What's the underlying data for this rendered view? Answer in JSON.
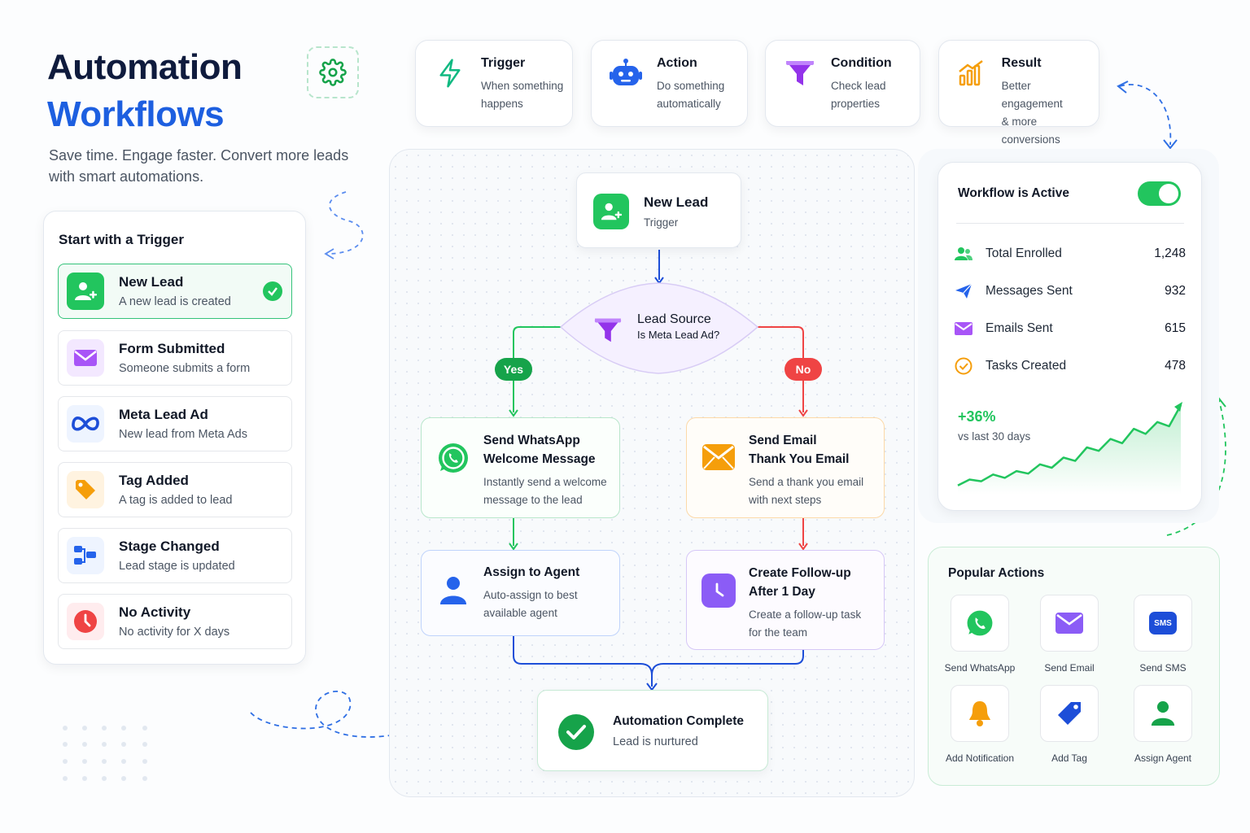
{
  "header": {
    "title_line1": "Automation",
    "title_line2": "Workflows",
    "subtitle_line1": "Save time. Engage faster. Convert more leads",
    "subtitle_line2": "with smart automations."
  },
  "legend": [
    {
      "title": "Trigger",
      "desc_line1": "When something",
      "desc_line2": "happens",
      "icon": "lightning-icon",
      "color": "#10b981"
    },
    {
      "title": "Action",
      "desc_line1": "Do something",
      "desc_line2": "automatically",
      "icon": "robot-icon",
      "color": "#2563eb"
    },
    {
      "title": "Condition",
      "desc_line1": "Check lead",
      "desc_line2": "properties",
      "icon": "funnel-icon",
      "color": "#9333ea"
    },
    {
      "title": "Result",
      "desc_line1": "Better engagement",
      "desc_line2": "& more conversions",
      "icon": "bar-chart-icon",
      "color": "#f59e0b"
    }
  ],
  "triggers": {
    "heading": "Start with a Trigger",
    "items": [
      {
        "name": "New Lead",
        "desc": "A new lead is created",
        "icon": "add-user-icon",
        "selected": true
      },
      {
        "name": "Form Submitted",
        "desc": "Someone submits a form",
        "icon": "envelope-icon",
        "selected": false
      },
      {
        "name": "Meta Lead Ad",
        "desc": "New lead from Meta Ads",
        "icon": "meta-logo-icon",
        "selected": false
      },
      {
        "name": "Tag Added",
        "desc": "A tag is added to lead",
        "icon": "tag-icon",
        "selected": false
      },
      {
        "name": "Stage Changed",
        "desc": "Lead stage is updated",
        "icon": "stages-icon",
        "selected": false
      },
      {
        "name": "No Activity",
        "desc": "No activity for X days",
        "icon": "clock-icon",
        "selected": false
      }
    ]
  },
  "flow": {
    "start": {
      "title": "New Lead",
      "subtitle": "Trigger"
    },
    "condition": {
      "title": "Lead Source",
      "subtitle": "Is Meta Lead Ad?"
    },
    "yes_label": "Yes",
    "no_label": "No",
    "whatsapp": {
      "title_line1": "Send WhatsApp",
      "title_line2": "Welcome Message",
      "desc_line1": "Instantly send a welcome",
      "desc_line2": "message to the lead"
    },
    "email": {
      "title_line1": "Send Email",
      "title_line2": "Thank You Email",
      "desc_line1": "Send a thank you email",
      "desc_line2": "with next steps"
    },
    "agent": {
      "title": "Assign to Agent",
      "desc_line1": "Auto-assign to best",
      "desc_line2": "available agent"
    },
    "followup": {
      "title_line1": "Create Follow-up",
      "title_line2": "After 1 Day",
      "desc_line1": "Create a follow-up task",
      "desc_line2": "for the team"
    },
    "complete": {
      "title": "Automation Complete",
      "subtitle": "Lead is nurtured"
    }
  },
  "status": {
    "label": "Workflow is Active",
    "active": true,
    "stats": [
      {
        "label": "Total Enrolled",
        "value": "1,248",
        "icon": "users-icon"
      },
      {
        "label": "Messages Sent",
        "value": "932",
        "icon": "send-icon"
      },
      {
        "label": "Emails Sent",
        "value": "615",
        "icon": "envelope-icon"
      },
      {
        "label": "Tasks Created",
        "value": "478",
        "icon": "check-circle-icon"
      }
    ],
    "growth": "+36%",
    "growth_caption": "vs last 30 days",
    "trend": [
      0.05,
      0.12,
      0.1,
      0.18,
      0.14,
      0.22,
      0.19,
      0.3,
      0.26,
      0.38,
      0.34,
      0.5,
      0.46,
      0.6,
      0.55,
      0.72,
      0.66,
      0.8,
      0.75,
      1.0
    ]
  },
  "popular": {
    "heading": "Popular Actions",
    "items": [
      {
        "label": "Send WhatsApp",
        "icon": "whatsapp-icon"
      },
      {
        "label": "Send Email",
        "icon": "envelope-icon"
      },
      {
        "label": "Send SMS",
        "icon": "sms-icon",
        "badge": "SMS"
      },
      {
        "label": "Add Notification",
        "icon": "bell-icon"
      },
      {
        "label": "Add Tag",
        "icon": "tag-icon"
      },
      {
        "label": "Assign Agent",
        "icon": "user-icon"
      }
    ]
  },
  "colors": {
    "green": "#22c55e",
    "blue": "#1d4ed8",
    "navy": "#0f1b3d",
    "red": "#ef4444",
    "purple": "#8b5cf6",
    "orange": "#f59e0b"
  }
}
